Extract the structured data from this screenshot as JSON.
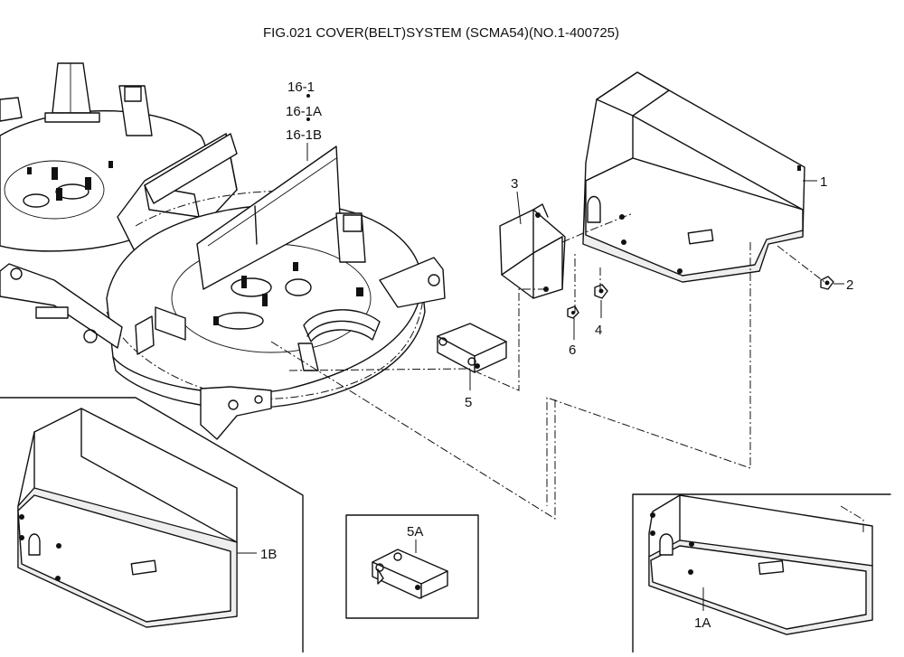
{
  "title": "FIG.021  COVER(BELT)SYSTEM (SCMA54)(NO.1-400725)",
  "callouts": {
    "c1": "1",
    "c2": "2",
    "c3": "3",
    "c4": "4",
    "c5": "5",
    "c6": "6",
    "c16_1": "16-1",
    "c16_1a": "16-1A",
    "c16_1b": "16-1B",
    "c5a": "5A",
    "c1a": "1A",
    "c1b": "1B"
  }
}
